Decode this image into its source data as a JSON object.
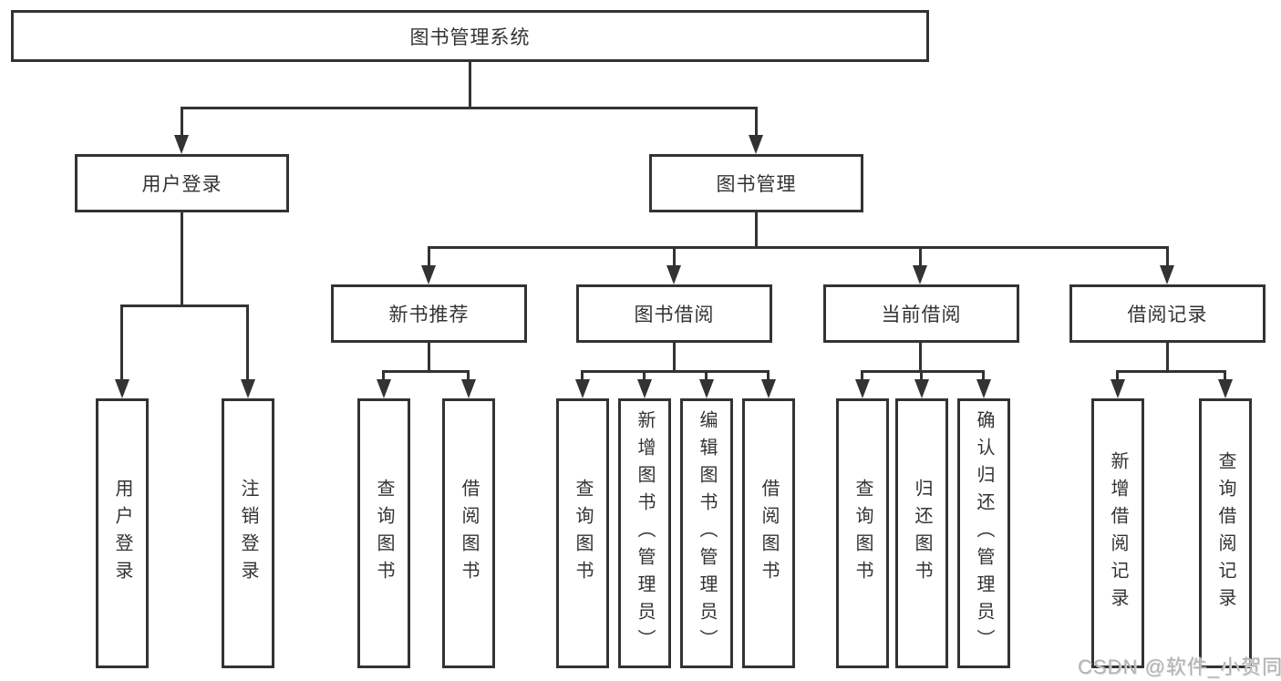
{
  "root": {
    "label": "图书管理系统"
  },
  "user_login": {
    "label": "用户登录",
    "children": [
      {
        "label": "用户登录"
      },
      {
        "label": "注销登录"
      }
    ]
  },
  "book_mgmt": {
    "label": "图书管理",
    "groups": [
      {
        "label": "新书推荐",
        "children": [
          {
            "label": "查询图书"
          },
          {
            "label": "借阅图书"
          }
        ]
      },
      {
        "label": "图书借阅",
        "children": [
          {
            "label": "查询图书"
          },
          {
            "label": "新增图书（管理员）"
          },
          {
            "label": "编辑图书（管理员）"
          },
          {
            "label": "借阅图书"
          }
        ]
      },
      {
        "label": "当前借阅",
        "children": [
          {
            "label": "查询图书"
          },
          {
            "label": "归还图书"
          },
          {
            "label": "确认归还（管理员）"
          }
        ]
      },
      {
        "label": "借阅记录",
        "children": [
          {
            "label": "新增借阅记录"
          },
          {
            "label": "查询借阅记录"
          }
        ]
      }
    ]
  },
  "watermark": {
    "text": "CSDN @软件_小贺同学"
  },
  "colors": {
    "line": "#333333",
    "text": "#333333",
    "box_background": "#ffffff",
    "watermark": "#b3b3b3",
    "page_background": "#ffffff"
  }
}
